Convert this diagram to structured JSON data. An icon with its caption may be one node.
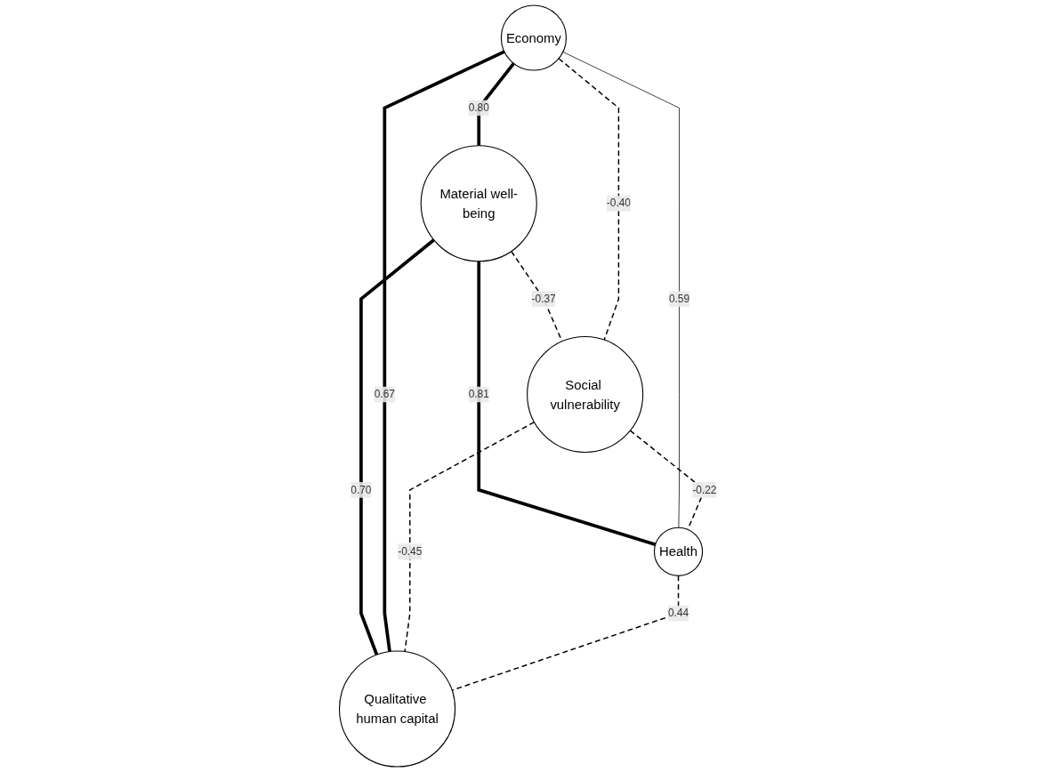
{
  "diagram": {
    "nodes": [
      {
        "text": [
          "Material well-being"
        ]
      },
      {
        "text": [
          "Economy"
        ]
      },
      {
        "text": [
          "Social vulnerability"
        ]
      },
      {
        "text": [
          "Health"
        ]
      },
      {
        "text": [
          "Qualitative human capital"
        ]
      }
    ],
    "edges": [
      {
        "from": 1,
        "to": 0,
        "arrow": "none",
        "label": "0.80",
        "style": "thick"
      },
      {
        "from": 0,
        "to": 2,
        "arrow": "none",
        "label": "-0.37",
        "style": "dashed"
      },
      {
        "from": 0,
        "to": 3,
        "arrow": "none",
        "label": "0.81",
        "style": "thick"
      },
      {
        "from": 0,
        "to": 4,
        "arrow": "none",
        "label": "0.70",
        "style": "thick"
      },
      {
        "from": 1,
        "to": 2,
        "arrow": "none",
        "label": "-0.40",
        "style": "dashed"
      },
      {
        "from": 1,
        "to": 4,
        "arrow": "none",
        "label": "0.67",
        "style": "thick"
      },
      {
        "from": 1,
        "to": 3,
        "arrow": "none",
        "label": "0.59"
      },
      {
        "from": 2,
        "to": 3,
        "arrow": "none",
        "label": "-0.22",
        "style": "dashed"
      },
      {
        "from": 2,
        "to": 4,
        "arrow": "none",
        "label": "-0.45",
        "style": "dashed"
      },
      {
        "from": 3,
        "to": 4,
        "arrow": "none",
        "label": "0.44",
        "style": "dashed"
      }
    ]
  }
}
